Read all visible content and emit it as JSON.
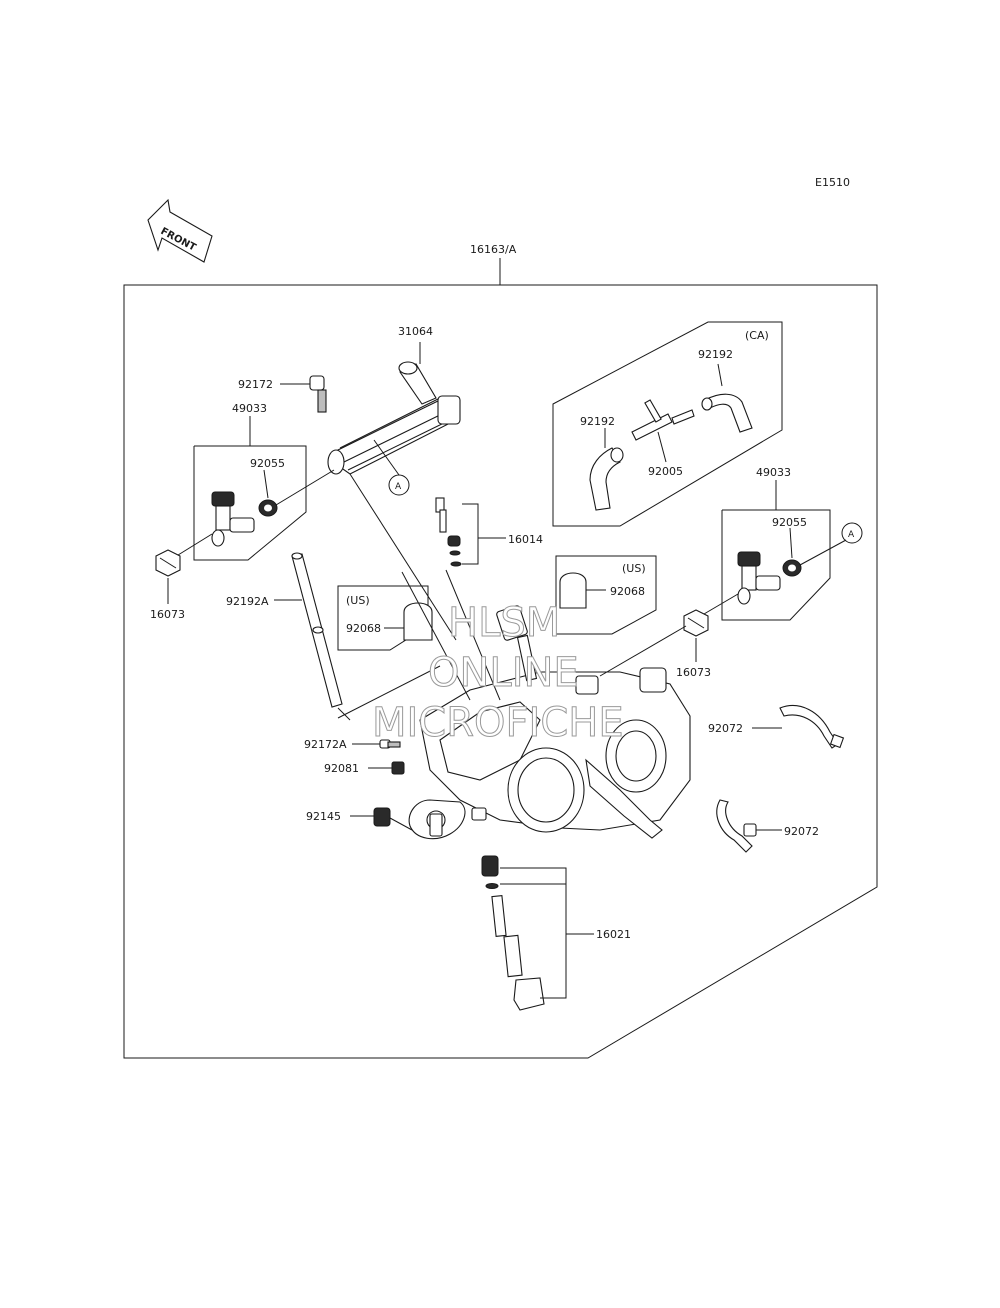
{
  "diagram": {
    "code": "E1510",
    "front_label": "FRONT",
    "assembly_label": "16163/A",
    "callout_a": "A",
    "parts": {
      "p31064": "31064",
      "p92172": "92172",
      "p49033_left": "49033",
      "p92055_left": "92055",
      "p16073_left": "16073",
      "p92192A": "92192A",
      "p16014": "16014",
      "us_left": "(US)",
      "p92068_left": "92068",
      "us_right": "(US)",
      "p92068_right": "92068",
      "ca": "(CA)",
      "p92192_top": "92192",
      "p92192_mid": "92192",
      "p92005": "92005",
      "p49033_right": "49033",
      "p92055_right": "92055",
      "p16073_right": "16073",
      "p92072_top": "92072",
      "p92072_bottom": "92072",
      "p92172A": "92172A",
      "p92081": "92081",
      "p92145": "92145",
      "p16021": "16021"
    },
    "watermark": [
      "HLSM",
      "ONLINE",
      "MICROFICHE"
    ]
  }
}
